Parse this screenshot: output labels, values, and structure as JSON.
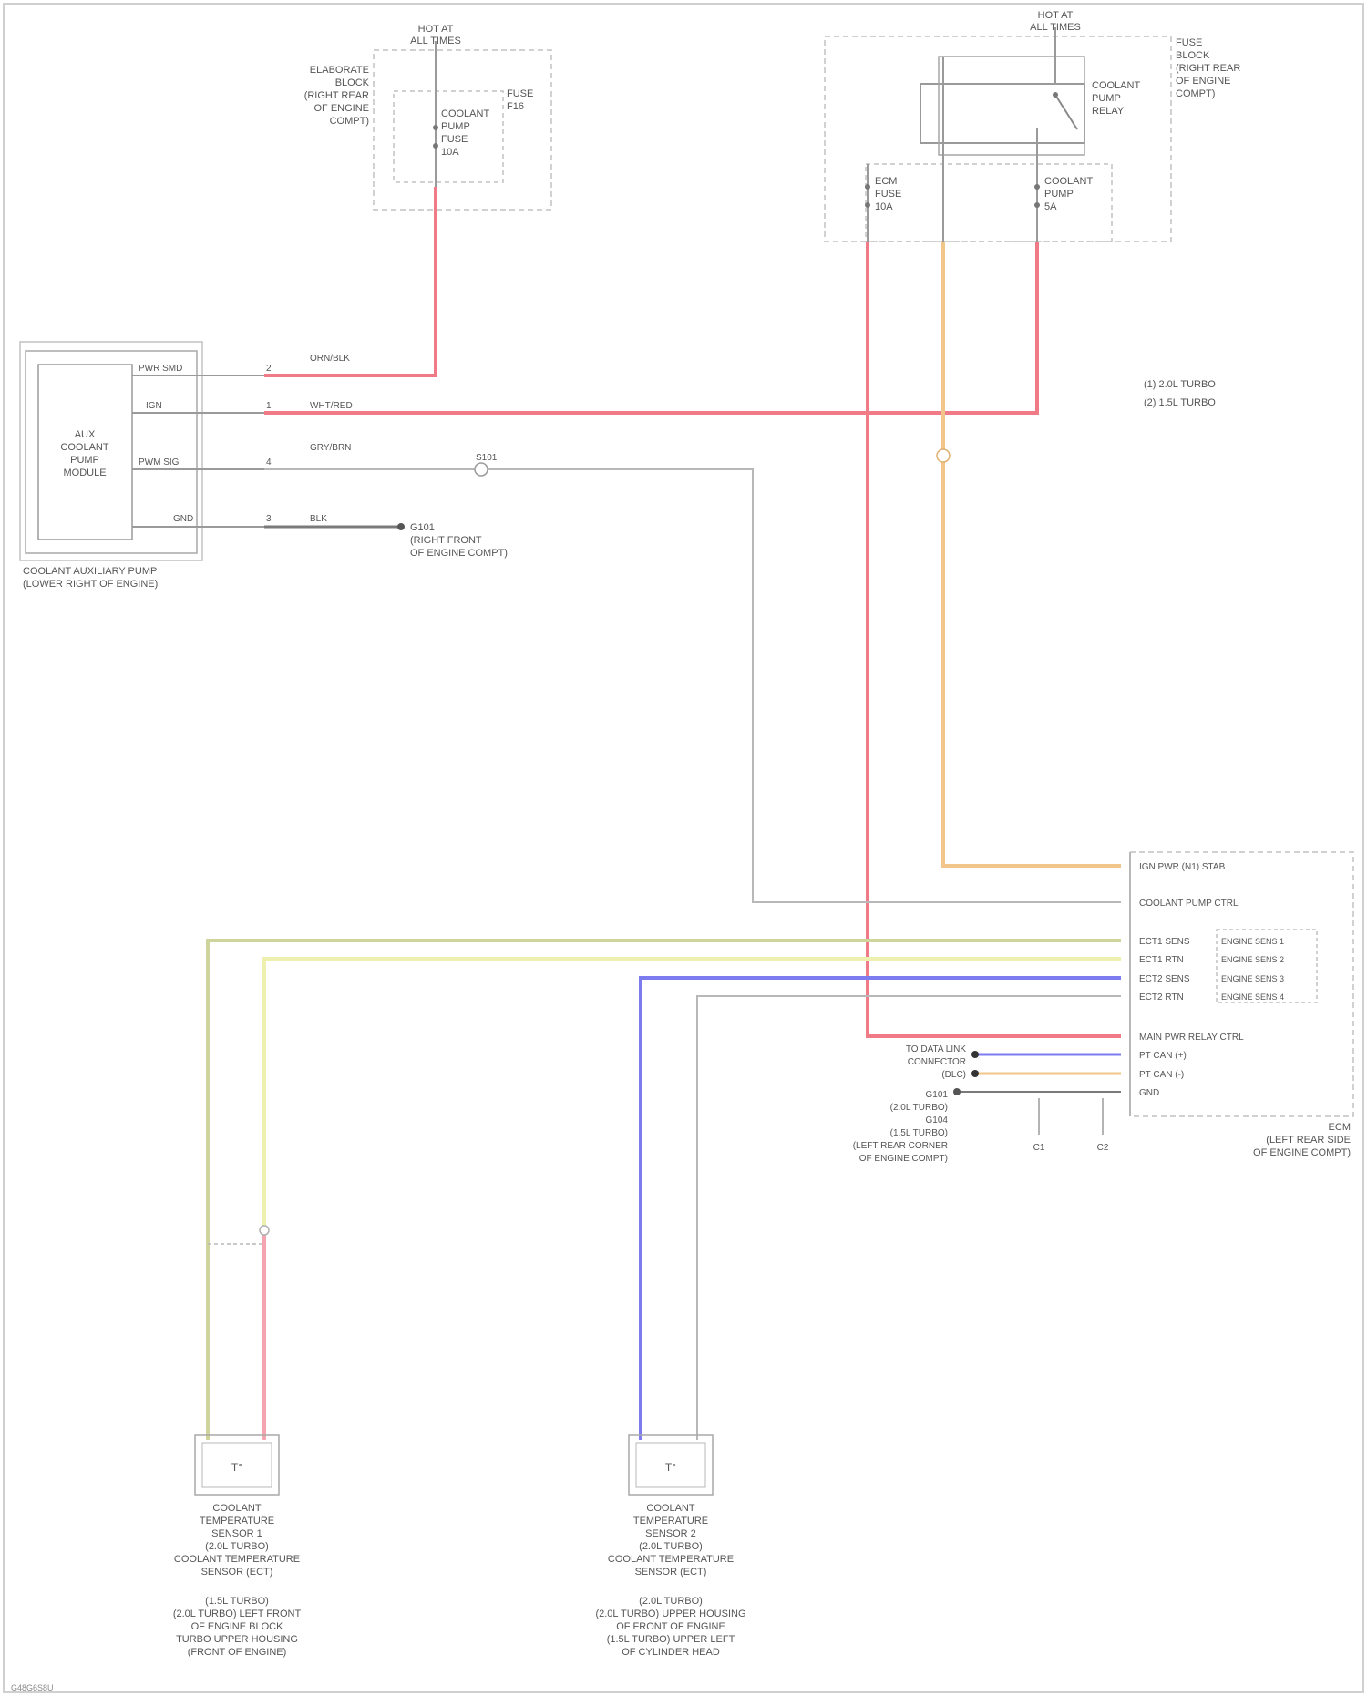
{
  "diagram": {
    "wire_colors": {
      "red": "#f07a86",
      "orange": "#f2c58a",
      "gray": "#b8b8b8",
      "dark": "#7a7a7a",
      "yellow_green": "#cfd59a",
      "light_yellow": "#eef0b0",
      "blue": "#7c7cf0",
      "pink": "#f3a4ae"
    },
    "top_left_block": {
      "header": [
        "HOT AT",
        "ALL TIMES"
      ],
      "location": [
        "ELABORATE",
        "BLOCK",
        "(RIGHT REAR",
        "OF ENGINE",
        "COMPT)"
      ],
      "fuse": [
        "COOLANT",
        "PUMP",
        "FUSE",
        "10A"
      ],
      "fuse_tag": [
        "FUSE",
        "F16"
      ]
    },
    "top_right_block": {
      "header": [
        "HOT AT",
        "ALL TIMES"
      ],
      "location": [
        "FUSE",
        "BLOCK",
        "(RIGHT REAR",
        "OF ENGINE",
        "COMPT)"
      ],
      "relay": [
        "COOLANT",
        "PUMP",
        "RELAY"
      ],
      "fuse_left": [
        "ECM",
        "FUSE",
        "10A"
      ],
      "fuse_right": [
        "COOLANT",
        "PUMP",
        "5A"
      ]
    },
    "pump_module": {
      "inner_label": [
        "AUX",
        "COOLANT",
        "PUMP",
        "MODULE"
      ],
      "caption": [
        "COOLANT AUXILIARY PUMP",
        "(LOWER RIGHT OF ENGINE)"
      ],
      "pins": [
        {
          "signal": "PWR SMD",
          "pin": "2",
          "wire": "ORN/BLK"
        },
        {
          "signal": "IGN",
          "pin": "1",
          "wire": "WHT/RED"
        },
        {
          "signal": "PWM SIG",
          "pin": "4",
          "wire": "GRY/BRN"
        },
        {
          "signal": "GND",
          "pin": "3",
          "wire": "BLK"
        }
      ]
    },
    "ground_label": [
      "G101",
      "(RIGHT FRONT",
      "OF ENGINE COMPT)"
    ],
    "splice_label": "S101",
    "legend": [
      "(1) 2.0L TURBO",
      "(2) 1.5L TURBO"
    ],
    "ecm": {
      "signals": [
        "IGN PWR (N1) STAB",
        "COOLANT PUMP CTRL",
        "ECT1 SENS",
        "ECT1 RTN",
        "ECT2 SENS",
        "ECT2 RTN",
        "MAIN PWR RELAY CTRL",
        "PT CAN (+)",
        "PT CAN (-)",
        "GND"
      ],
      "side_labels": [
        "ENGINE SENS 1",
        "ENGINE SENS 2",
        "ENGINE SENS 3",
        "ENGINE SENS 4"
      ],
      "caption": [
        "ECM",
        "(LEFT REAR SIDE",
        "OF ENGINE COMPT)"
      ],
      "can_labels": [
        "TO DATA LINK",
        "CONNECTOR",
        "(DLC)"
      ],
      "left_notes": [
        "G101",
        "(2.0L TURBO)",
        "G104",
        "(1.5L TURBO)",
        "(LEFT REAR CORNER",
        "OF ENGINE COMPT)"
      ],
      "bottom_tags": [
        "C1",
        "C2"
      ]
    },
    "sensor_left": {
      "label": [
        "COOLANT",
        "TEMPERATURE",
        "SENSOR 1",
        "(2.0L TURBO)",
        "COOLANT TEMPERATURE",
        "SENSOR (ECT)"
      ],
      "location": [
        "(1.5L TURBO)",
        "(2.0L TURBO) LEFT FRONT",
        "OF ENGINE BLOCK",
        "TURBO UPPER HOUSING",
        "(FRONT OF ENGINE)"
      ]
    },
    "sensor_right": {
      "label": [
        "COOLANT",
        "TEMPERATURE",
        "SENSOR 2",
        "(2.0L TURBO)",
        "COOLANT TEMPERATURE",
        "SENSOR (ECT)"
      ],
      "location": [
        "(2.0L TURBO)",
        "(2.0L TURBO) UPPER HOUSING",
        "OF FRONT OF ENGINE",
        "(1.5L TURBO) UPPER LEFT",
        "OF CYLINDER HEAD"
      ]
    },
    "footer": "G48G6S8U"
  }
}
